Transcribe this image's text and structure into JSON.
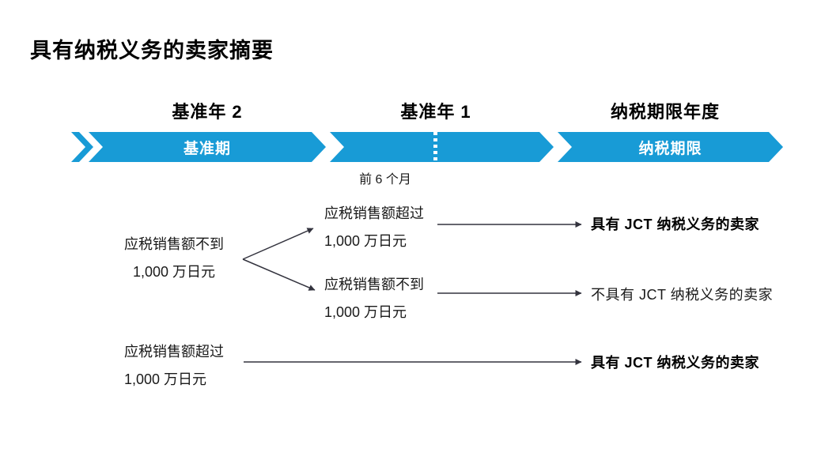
{
  "title": "具有纳税义务的卖家摘要",
  "timeline": {
    "col_headers": [
      {
        "label": "基准年 2"
      },
      {
        "label": "基准年 1"
      },
      {
        "label": "纳税期限年度"
      }
    ],
    "segments": [
      {
        "label": "基准期"
      },
      {
        "label": ""
      },
      {
        "label": "纳税期限"
      }
    ],
    "first6_label": "前 6 个月"
  },
  "flowchart": {
    "node_a": {
      "line1": "应税销售额不到",
      "line2": "1,000 万日元"
    },
    "node_b": {
      "line1": "应税销售额超过",
      "line2": "1,000 万日元"
    },
    "node_c": {
      "line1": "应税销售额不到",
      "line2": "1,000 万日元"
    },
    "node_d": {
      "line1": "应税销售额超过",
      "line2": "1,000 万日元"
    },
    "result_1": "具有 JCT 纳税义务的卖家",
    "result_2": "不具有 JCT 纳税义务的卖家",
    "result_3": "具有 JCT 纳税义务的卖家"
  },
  "colors": {
    "banner_blue": "#189BD6",
    "arrow_dark": "#33333E"
  }
}
